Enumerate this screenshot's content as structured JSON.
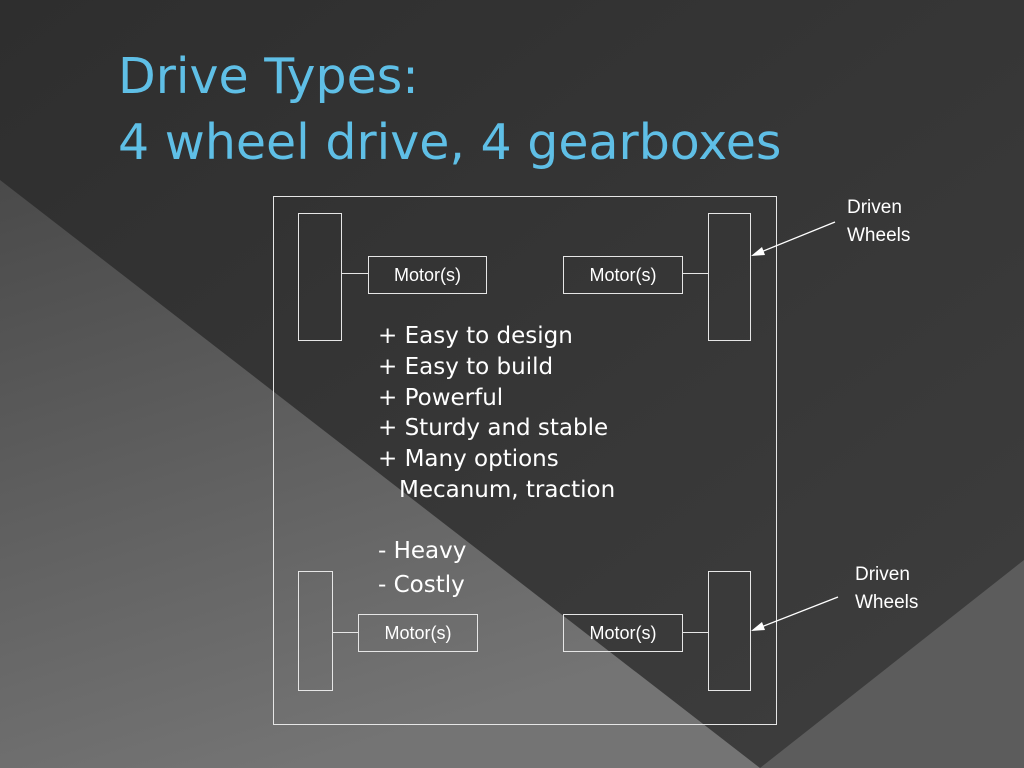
{
  "slide": {
    "title_line1": "Drive Types:",
    "title_line2": "4 wheel drive, 4 gearboxes"
  },
  "motors": {
    "top_left": "Motor(s)",
    "top_right": "Motor(s)",
    "bottom_left": "Motor(s)",
    "bottom_right": "Motor(s)"
  },
  "pros": [
    "+ Easy to design",
    "+ Easy to build",
    "+ Powerful",
    "+ Sturdy and stable",
    "+ Many options",
    "Mecanum, traction"
  ],
  "cons": [
    "- Heavy",
    "- Costly"
  ],
  "callouts": {
    "top": {
      "line1": "Driven",
      "line2": "Wheels"
    },
    "bottom": {
      "line1": "Driven",
      "line2": "Wheels"
    }
  },
  "colors": {
    "title": "#5fbfe6",
    "text": "#ffffff",
    "lines": "#e6e6e6",
    "background_dark": "#323232",
    "background_light": "#707070"
  }
}
